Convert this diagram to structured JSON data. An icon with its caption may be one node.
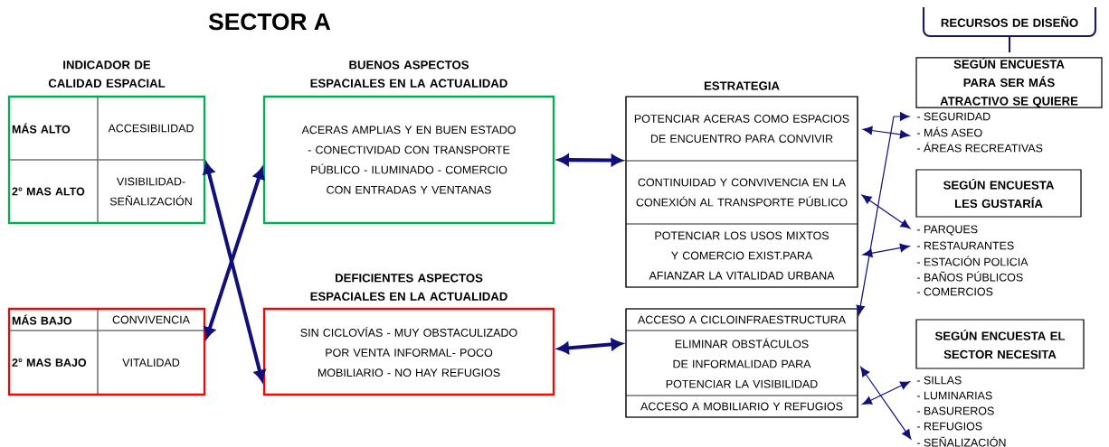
{
  "diagram": {
    "title": "SECTOR A",
    "nodes": [
      {
        "text": [],
        "shape": "box"
      },
      {
        "text": [
          "MÁS ALTO"
        ],
        "in": 0
      },
      {
        "text": [
          "ACCESIBILIDAD"
        ],
        "in": 0
      },
      {
        "text": [
          "2° MAS ALTO"
        ],
        "in": 0
      },
      {
        "text": [
          "VISIBILIDAD- SEÑALIZACIÓN"
        ],
        "in": 0
      },
      {
        "text": [],
        "shape": "box"
      },
      {
        "text": [
          "MÁS BAJO"
        ],
        "in": 5
      },
      {
        "text": [
          "CONVIVENCIA"
        ],
        "in": 5
      },
      {
        "text": [
          "2° MAS BAJO"
        ],
        "in": 5
      },
      {
        "text": [
          "VITALIDAD"
        ],
        "in": 5
      },
      {
        "text": [
          "BUENOS ASPECTOS ESPACIALES EN LA ACTUALIDAD",
          "ACERAS AMPLIAS Y EN BUEN ESTADO - CONECTIVIDAD CON TRANSPORTE PÚBLICO - ILUMINADO - COMERCIO CON ENTRADAS Y VENTANAS"
        ]
      },
      {
        "text": [
          "DEFICIENTES ASPECTOS ESPACIALES EN LA ACTUALIDAD",
          "SIN CICLOVÍAS - MUY OBSTACULIZADO POR VENTA INFORMAL- POCO MOBILIARIO - NO HAY REFUGIOS"
        ]
      },
      {
        "text": [
          "ESTRATEGIA"
        ]
      },
      {
        "text": [
          "POTENCIAR ACERAS COMO ESPACIOS DE ENCUENTRO PARA CONVIVIR"
        ],
        "in": 12
      },
      {
        "text": [
          "CONTINUIDAD Y CONVIVENCIA EN LA CONEXIÓN AL TRANSPORTE PÚBLICO"
        ],
        "in": 12
      },
      {
        "text": [
          "POTENCIAR LOS  USOS MIXTOS Y COMERCIO EXIST.PARA AFIANZAR LA VITALIDAD URBANA"
        ],
        "in": 12
      },
      {
        "text": [],
        "shape": "box"
      },
      {
        "text": [
          "ACCESO A CICLOINFRAESTRUCTURA"
        ],
        "in": 16
      },
      {
        "text": [
          "ELIMINAR OBSTÁCULOS DE INFORMALIDAD PARA POTENCIAR LA VISIBILIDAD"
        ],
        "in": 16
      },
      {
        "text": [
          "ACCESO A MOBILIARIO Y REFUGIOS"
        ],
        "in": 16
      },
      {
        "text": [
          "SEGÚN ENCUESTA PARA SER MÁS ATRACTIVO SE QUIERE"
        ]
      },
      {
        "text": [
          "- SEGURIDAD"
        ]
      },
      {
        "text": [
          "- MÁS ASEO"
        ]
      },
      {
        "text": [
          "SEGÚN ENCUESTA LES GUSTARÍA"
        ]
      },
      {
        "text": [
          "- PARQUES"
        ]
      },
      {
        "text": [
          "- RESTAURANTES"
        ]
      },
      {
        "text": [
          "SEGÚN ENCUESTA EL SECTOR NECESITA"
        ]
      },
      {
        "text": [
          "- SILLAS"
        ]
      },
      {
        "text": [
          "- SEÑALIZACIÓN"
        ]
      }
    ],
    "edges": [
      {
        "from": 0,
        "to": 11,
        "arrow": "both",
        "style": "thick"
      },
      {
        "from": 5,
        "to": 10,
        "arrow": "both",
        "style": "thick"
      },
      {
        "from": 10,
        "to": 12,
        "arrow": "both",
        "style": "thick"
      },
      {
        "from": 11,
        "to": 16,
        "arrow": "both",
        "style": "thick"
      },
      {
        "from": 13,
        "to": 22,
        "arrow": "both"
      },
      {
        "from": 17,
        "to": 21,
        "arrow": "both"
      },
      {
        "from": 14,
        "to": 24,
        "arrow": "both"
      },
      {
        "from": 15,
        "to": 25,
        "arrow": "both"
      },
      {
        "from": 19,
        "to": 27,
        "arrow": "both"
      },
      {
        "from": 18,
        "to": 28,
        "arrow": "both"
      }
    ],
    "labels": [
      "INDICADOR DE CALIDAD ESPACIAL",
      "RECURSOS DE DISEÑO",
      "- ÁREAS RECREATIVAS",
      "- ESTACIÓN POLICIA",
      "- BAÑOS PÚBLICOS",
      "- COMERCIOS",
      "- LUMINARIAS",
      "- BASUREROS",
      "- REFUGIOS"
    ]
  }
}
